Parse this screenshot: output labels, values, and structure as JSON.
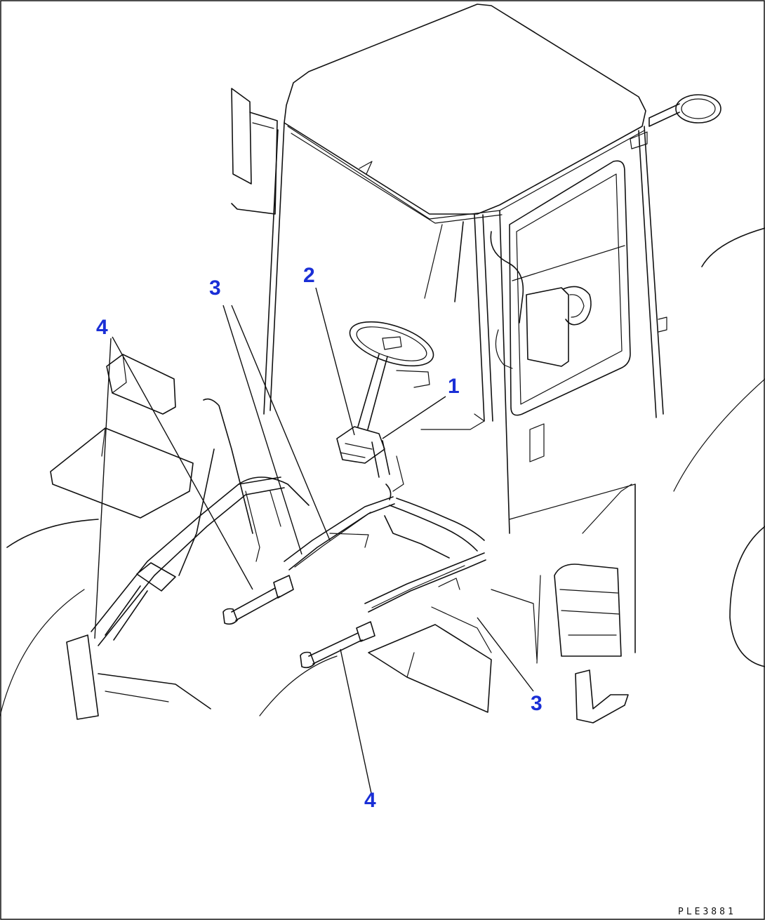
{
  "callouts": {
    "c1": "1",
    "c2": "2",
    "c3a": "3",
    "c3b": "3",
    "c4a": "4",
    "c4b": "4"
  },
  "drawing_code": "PLE3881",
  "colors": {
    "callout": "#1a2fd6",
    "linework": "#111111",
    "background": "#ffffff"
  }
}
